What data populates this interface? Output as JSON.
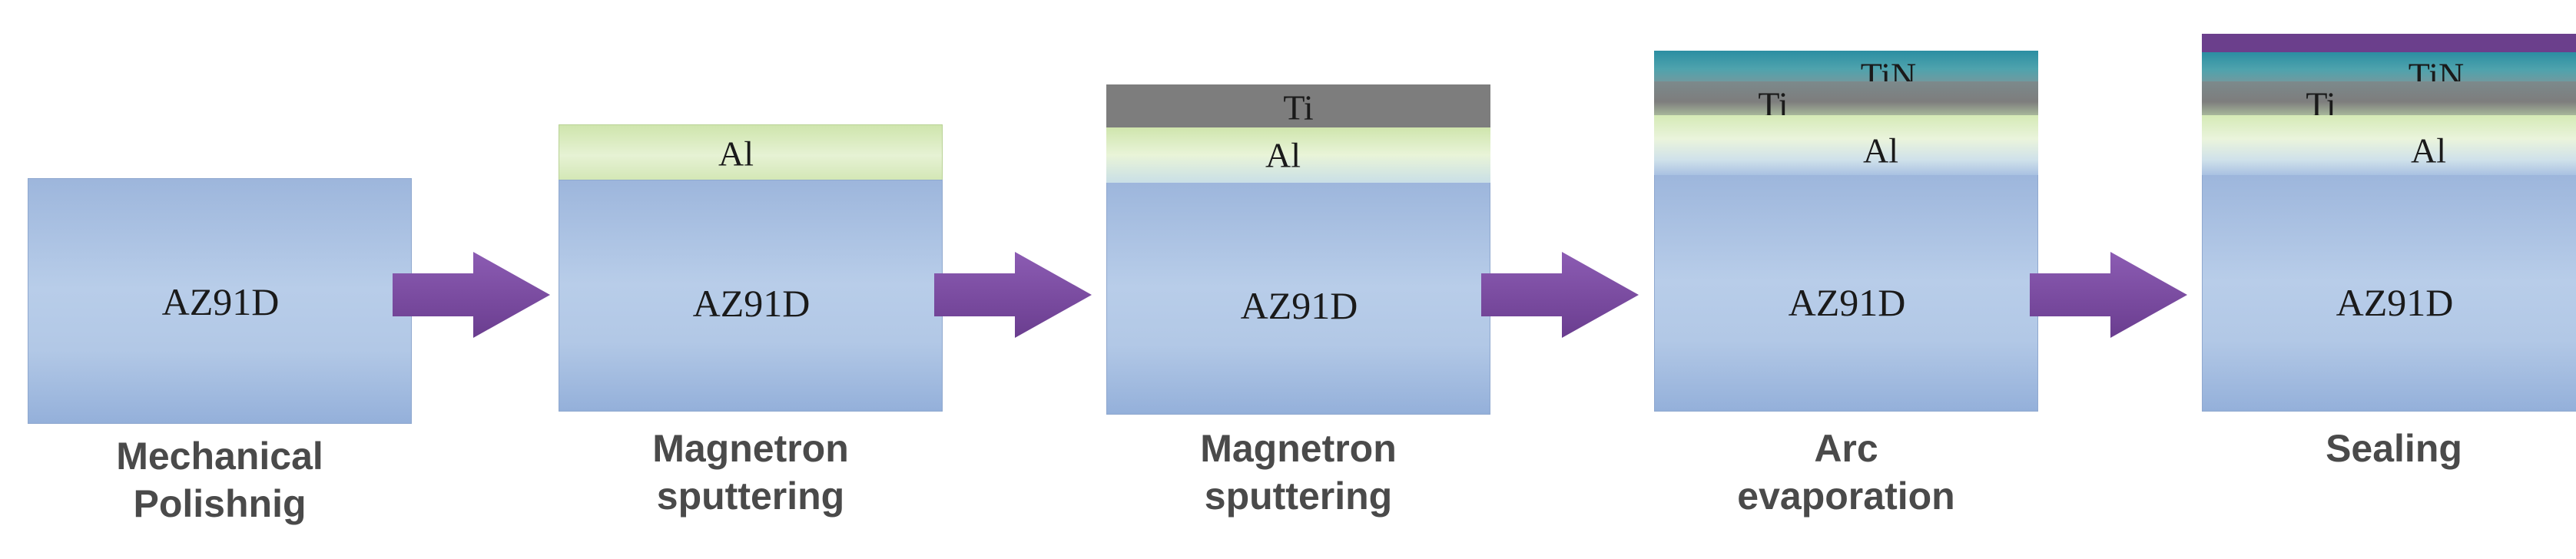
{
  "substrate_label": "AZ91D",
  "steps": [
    {
      "caption_line1": "Mechanical",
      "caption_line2": "Polishnig",
      "layers": []
    },
    {
      "caption_line1": "Magnetron",
      "caption_line2": "sputtering",
      "layers": [
        {
          "name": "aluminum",
          "label": "Al"
        }
      ]
    },
    {
      "caption_line1": "Magnetron",
      "caption_line2": "sputtering",
      "layers": [
        {
          "name": "titanium",
          "label": "Ti"
        },
        {
          "name": "aluminum",
          "label": "Al"
        }
      ]
    },
    {
      "caption_line1": "Arc",
      "caption_line2": "evaporation",
      "layers": [
        {
          "name": "titanium-nitride",
          "label": "TiN"
        },
        {
          "name": "titanium",
          "label": "Ti"
        },
        {
          "name": "aluminum",
          "label": "Al"
        }
      ]
    },
    {
      "caption_line1": "Sealing",
      "caption_line2": "",
      "layers": [
        {
          "name": "sealant",
          "label": ""
        },
        {
          "name": "titanium-nitride",
          "label": "TiN"
        },
        {
          "name": "titanium",
          "label": "Ti"
        },
        {
          "name": "aluminum",
          "label": "Al"
        }
      ]
    }
  ],
  "colors": {
    "substrate": "#b3c8e6",
    "aluminum": "#d8ebbf",
    "titanium": "#7d7d7d",
    "titanium_nitride": "#2f8fa0",
    "sealant": "#6b3f8c",
    "arrow": "#7b4aa0"
  },
  "arrow_count": 4
}
